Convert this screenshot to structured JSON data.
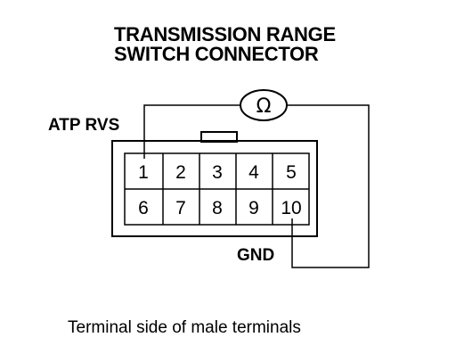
{
  "title": {
    "line1": "TRANSMISSION RANGE",
    "line2": "SWITCH CONNECTOR"
  },
  "labels": {
    "atp_rvs": "ATP RVS",
    "gnd": "GND"
  },
  "meter": {
    "symbol": "Ω",
    "icon": "ohmmeter-icon"
  },
  "connector": {
    "rows": [
      [
        "1",
        "2",
        "3",
        "4",
        "5"
      ],
      [
        "6",
        "7",
        "8",
        "9",
        "10"
      ]
    ]
  },
  "caption": "Terminal side of male terminals"
}
